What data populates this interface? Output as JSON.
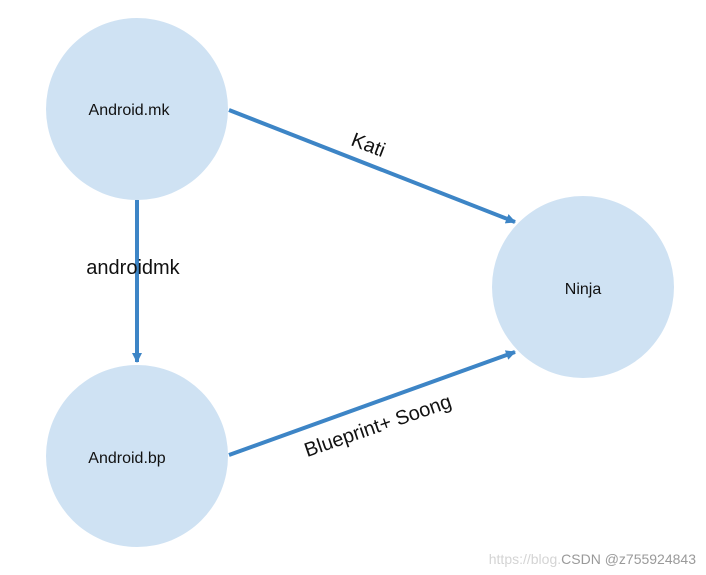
{
  "diagram": {
    "node_fill": "#cfe2f3",
    "edge_color": "#3d85c6",
    "nodes": {
      "android_mk": {
        "label": "Android.mk"
      },
      "android_bp": {
        "label": "Android.bp"
      },
      "ninja": {
        "label": "Ninja"
      }
    },
    "edges": {
      "mk_to_ninja": {
        "label": "Kati"
      },
      "mk_to_bp": {
        "label": "androidmk"
      },
      "bp_to_ninja": {
        "label": "Blueprint+ Soong"
      }
    }
  },
  "watermark": {
    "faint": "https://blog.",
    "strong": "CSDN @z755924843"
  }
}
